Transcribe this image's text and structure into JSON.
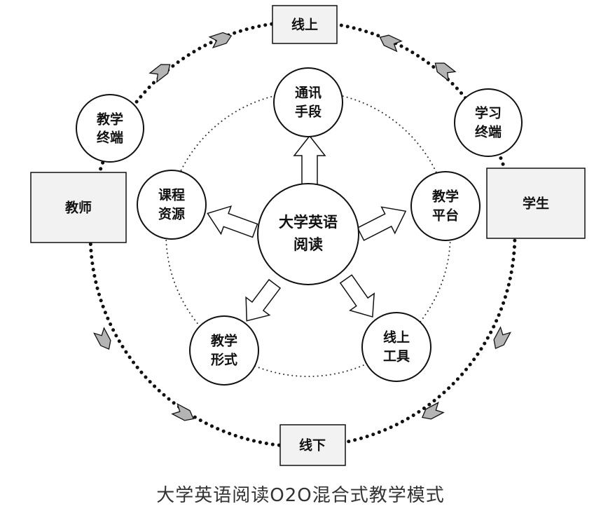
{
  "center": {
    "line1": "大学英语",
    "line2": "阅读"
  },
  "inner_nodes": [
    {
      "id": "comm",
      "line1": "通讯",
      "line2": "手段"
    },
    {
      "id": "platform",
      "line1": "教学",
      "line2": "平台"
    },
    {
      "id": "tools",
      "line1": "线上",
      "line2": "工具"
    },
    {
      "id": "form",
      "line1": "教学",
      "line2": "形式"
    },
    {
      "id": "resources",
      "line1": "课程",
      "line2": "资源"
    }
  ],
  "outer_nodes": [
    {
      "id": "teacher-terminal",
      "line1": "教学",
      "line2": "终端"
    },
    {
      "id": "student-terminal",
      "line1": "学习",
      "line2": "终端"
    }
  ],
  "boxes": {
    "online": "线上",
    "offline": "线下",
    "teacher": "教师",
    "student": "学生"
  },
  "caption": "大学英语阅读O2O混合式教学模式",
  "colors": {
    "arrow_fill": "#b4b4b4",
    "box_fill": "#f2f2f2",
    "stroke": "#111111"
  }
}
